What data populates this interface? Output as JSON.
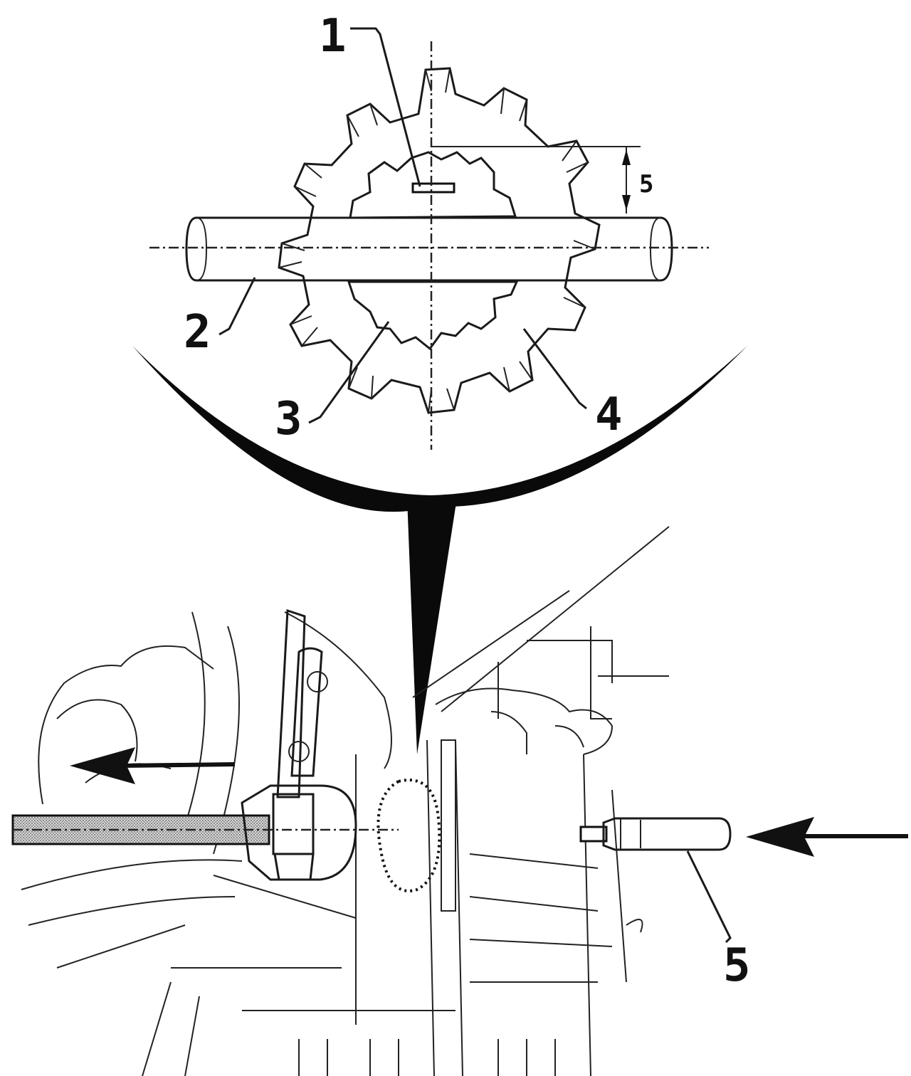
{
  "labels": {
    "callout_1": "1",
    "callout_2": "2",
    "callout_3": "3",
    "callout_4": "4",
    "dimension_5": "5",
    "callout_5": "5"
  },
  "colors": {
    "ink": "#111111",
    "shade": "#bdbdbd",
    "paper": "#ffffff"
  }
}
